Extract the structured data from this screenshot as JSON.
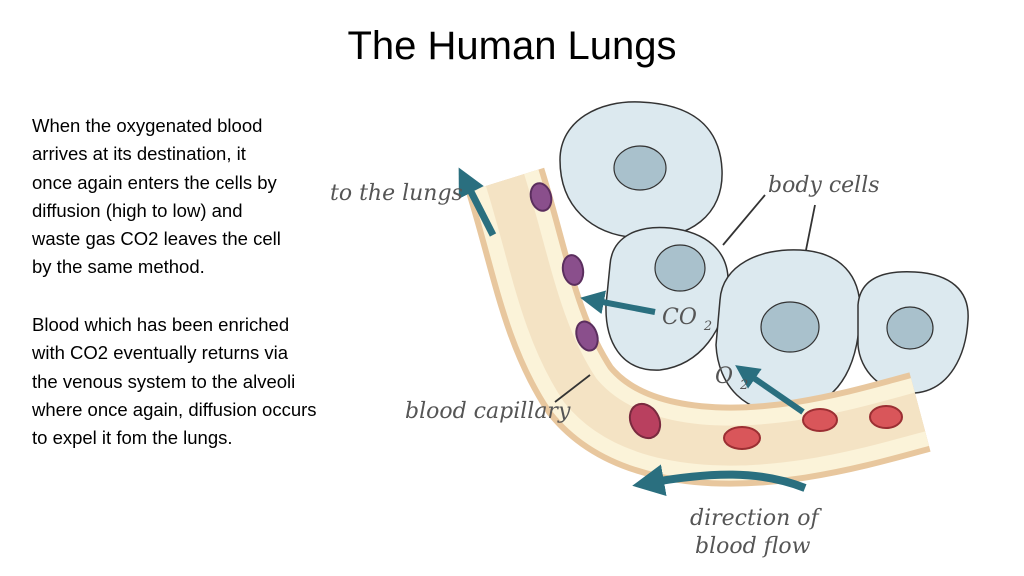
{
  "slide": {
    "title": "The Human Lungs",
    "paragraph1": [
      "When the oxygenated  blood",
      "arrives at its destination, it",
      "once again enters the cells by",
      "diffusion (high to low) and",
      "waste gas CO2 leaves the cell",
      "by the same method."
    ],
    "paragraph2": [
      "Blood which has been enriched",
      "with CO2 eventually  returns via",
      "the venous system to the alveoli",
      "where once again, diffusion occurs",
      "to expel it fom the lungs."
    ]
  },
  "diagram": {
    "labels": {
      "to_lungs": "to the lungs",
      "body_cells": "body cells",
      "co2": "CO",
      "co2_sub": "2",
      "o2": "O",
      "o2_sub": "2",
      "blood_capillary": "blood capillary",
      "direction_line1": "direction of",
      "direction_line2": "blood flow"
    },
    "colors": {
      "cell_fill": "#dce9ef",
      "nucleus_fill": "#a9c1cc",
      "capillary_fill": "#fbf3d9",
      "capillary_wall": "#e8c79e",
      "red_blood_cell": "#d9565a",
      "deoxygenated_cell": "#8a4f8c",
      "arrow": "#2a6f7f"
    }
  }
}
